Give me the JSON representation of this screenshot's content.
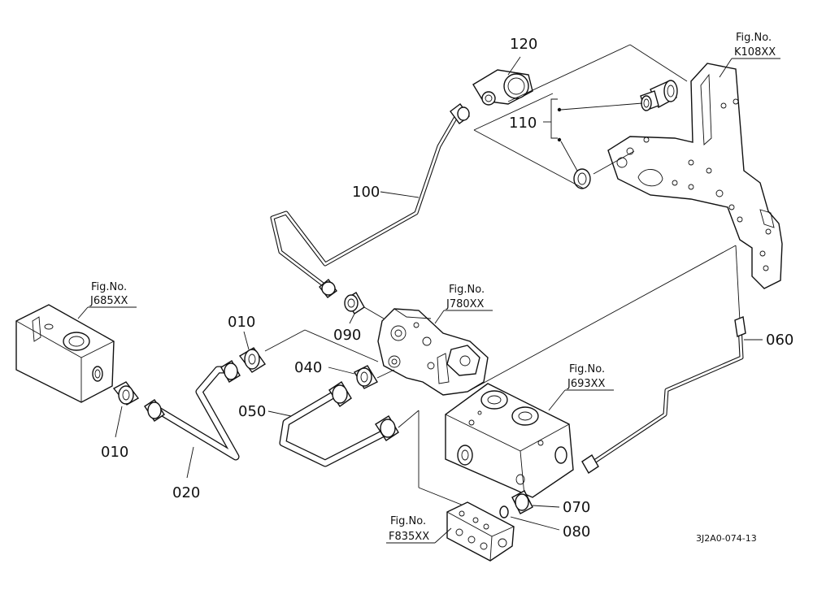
{
  "parts": {
    "p010a": "010",
    "p010b": "010",
    "p020": "020",
    "p040": "040",
    "p050": "050",
    "p060": "060",
    "p070": "070",
    "p080": "080",
    "p090": "090",
    "p100": "100",
    "p110": "110",
    "p120": "120"
  },
  "figures": {
    "fig_prefix": "Fig.No.",
    "k108": "K108XX",
    "j685": "J685XX",
    "j780": "J780XX",
    "j693": "J693XX",
    "f835": "F835XX"
  },
  "drawing_code": "3J2A0-074-13",
  "colors": {
    "line": "#111111",
    "background": "#ffffff"
  }
}
